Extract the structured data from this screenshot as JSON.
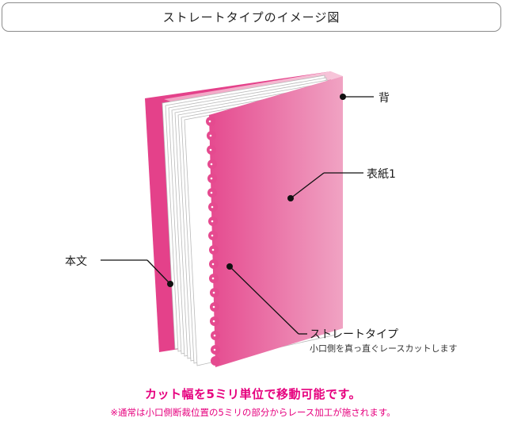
{
  "title": "ストレートタイプのイメージ図",
  "labels": {
    "spine": "背",
    "cover": "表紙1",
    "body_text": "本文",
    "straight_type": "ストレートタイプ",
    "straight_type_desc": "小口側を真っ直ぐレースカットします"
  },
  "footer": {
    "main": "カット幅を5ミリ単位で移動可能です。",
    "note": "※通常は小口側断裁位置の5ミリの部分からレース加工が施されます。"
  },
  "colors": {
    "accent": "#e6007e",
    "cover_left": "#e54a8f",
    "cover_right": "#f0a3c3",
    "back_cover": "#e4418a"
  }
}
